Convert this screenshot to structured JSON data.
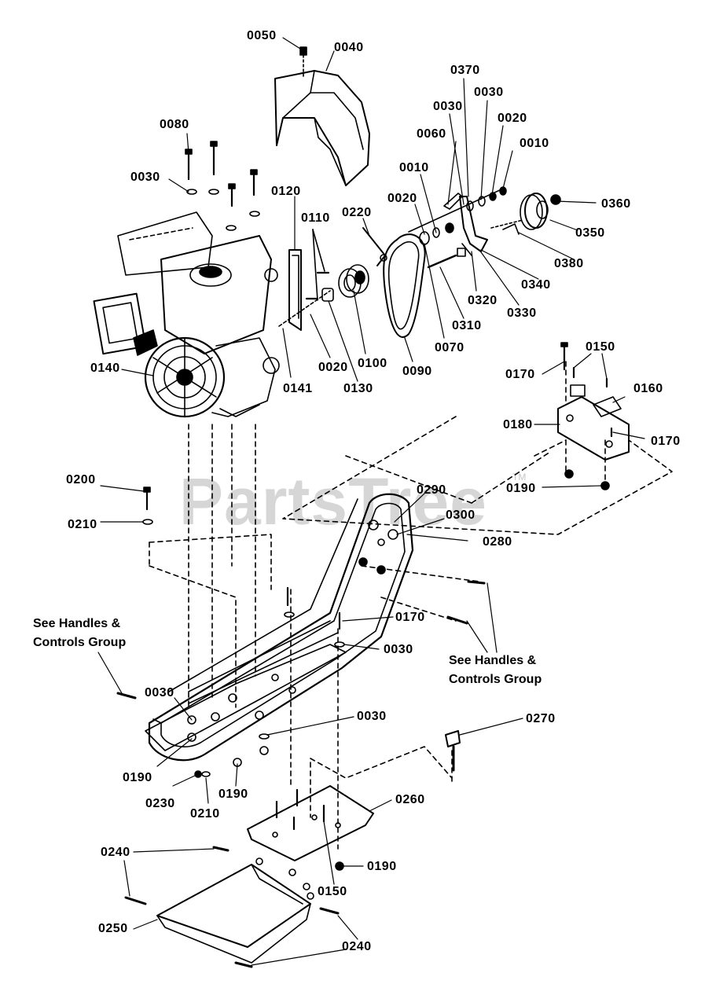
{
  "watermark": {
    "text": "PartsTree",
    "tm": "TM"
  },
  "notes": {
    "left": [
      "See Handles &",
      "Controls Group"
    ],
    "right": [
      "See Handles &",
      "Controls Group"
    ]
  },
  "labels": [
    {
      "id": "l0050a",
      "text": "0050"
    },
    {
      "id": "l0040",
      "text": "0040"
    },
    {
      "id": "l0370",
      "text": "0370"
    },
    {
      "id": "l0030a",
      "text": "0030"
    },
    {
      "id": "l0030b",
      "text": "0030"
    },
    {
      "id": "l0020a",
      "text": "0020"
    },
    {
      "id": "l0010a",
      "text": "0010"
    },
    {
      "id": "l0060",
      "text": "0060"
    },
    {
      "id": "l0080",
      "text": "0080"
    },
    {
      "id": "l0010b",
      "text": "0010"
    },
    {
      "id": "l0030c",
      "text": "0030"
    },
    {
      "id": "l0360",
      "text": "0360"
    },
    {
      "id": "l0120",
      "text": "0120"
    },
    {
      "id": "l0020b",
      "text": "0020"
    },
    {
      "id": "l0220",
      "text": "0220"
    },
    {
      "id": "l0350",
      "text": "0350"
    },
    {
      "id": "l0110",
      "text": "0110"
    },
    {
      "id": "l0380",
      "text": "0380"
    },
    {
      "id": "l0340",
      "text": "0340"
    },
    {
      "id": "l0320",
      "text": "0320"
    },
    {
      "id": "l0330",
      "text": "0330"
    },
    {
      "id": "l0310",
      "text": "0310"
    },
    {
      "id": "l0070",
      "text": "0070"
    },
    {
      "id": "l0020c",
      "text": "0020"
    },
    {
      "id": "l0100",
      "text": "0100"
    },
    {
      "id": "l0090",
      "text": "0090"
    },
    {
      "id": "l0140",
      "text": "0140"
    },
    {
      "id": "l0141",
      "text": "0141"
    },
    {
      "id": "l0130",
      "text": "0130"
    },
    {
      "id": "l0150a",
      "text": "0150"
    },
    {
      "id": "l0170a",
      "text": "0170"
    },
    {
      "id": "l0160",
      "text": "0160"
    },
    {
      "id": "l0180",
      "text": "0180"
    },
    {
      "id": "l0170b",
      "text": "0170"
    },
    {
      "id": "l0200",
      "text": "0200"
    },
    {
      "id": "l0190a",
      "text": "0190"
    },
    {
      "id": "l0290",
      "text": "0290"
    },
    {
      "id": "l0300",
      "text": "0300"
    },
    {
      "id": "l0210a",
      "text": "0210"
    },
    {
      "id": "l0280",
      "text": "0280"
    },
    {
      "id": "l0170c",
      "text": "0170"
    },
    {
      "id": "l0030d",
      "text": "0030"
    },
    {
      "id": "l0030e",
      "text": "0030"
    },
    {
      "id": "l0030f",
      "text": "0030"
    },
    {
      "id": "l0270",
      "text": "0270"
    },
    {
      "id": "l0190b",
      "text": "0190"
    },
    {
      "id": "l0230",
      "text": "0230"
    },
    {
      "id": "l0190c",
      "text": "0190"
    },
    {
      "id": "l0210b",
      "text": "0210"
    },
    {
      "id": "l0260",
      "text": "0260"
    },
    {
      "id": "l0240a",
      "text": "0240"
    },
    {
      "id": "l0190d",
      "text": "0190"
    },
    {
      "id": "l0150b",
      "text": "0150"
    },
    {
      "id": "l0250",
      "text": "0250"
    },
    {
      "id": "l0240b",
      "text": "0240"
    }
  ]
}
